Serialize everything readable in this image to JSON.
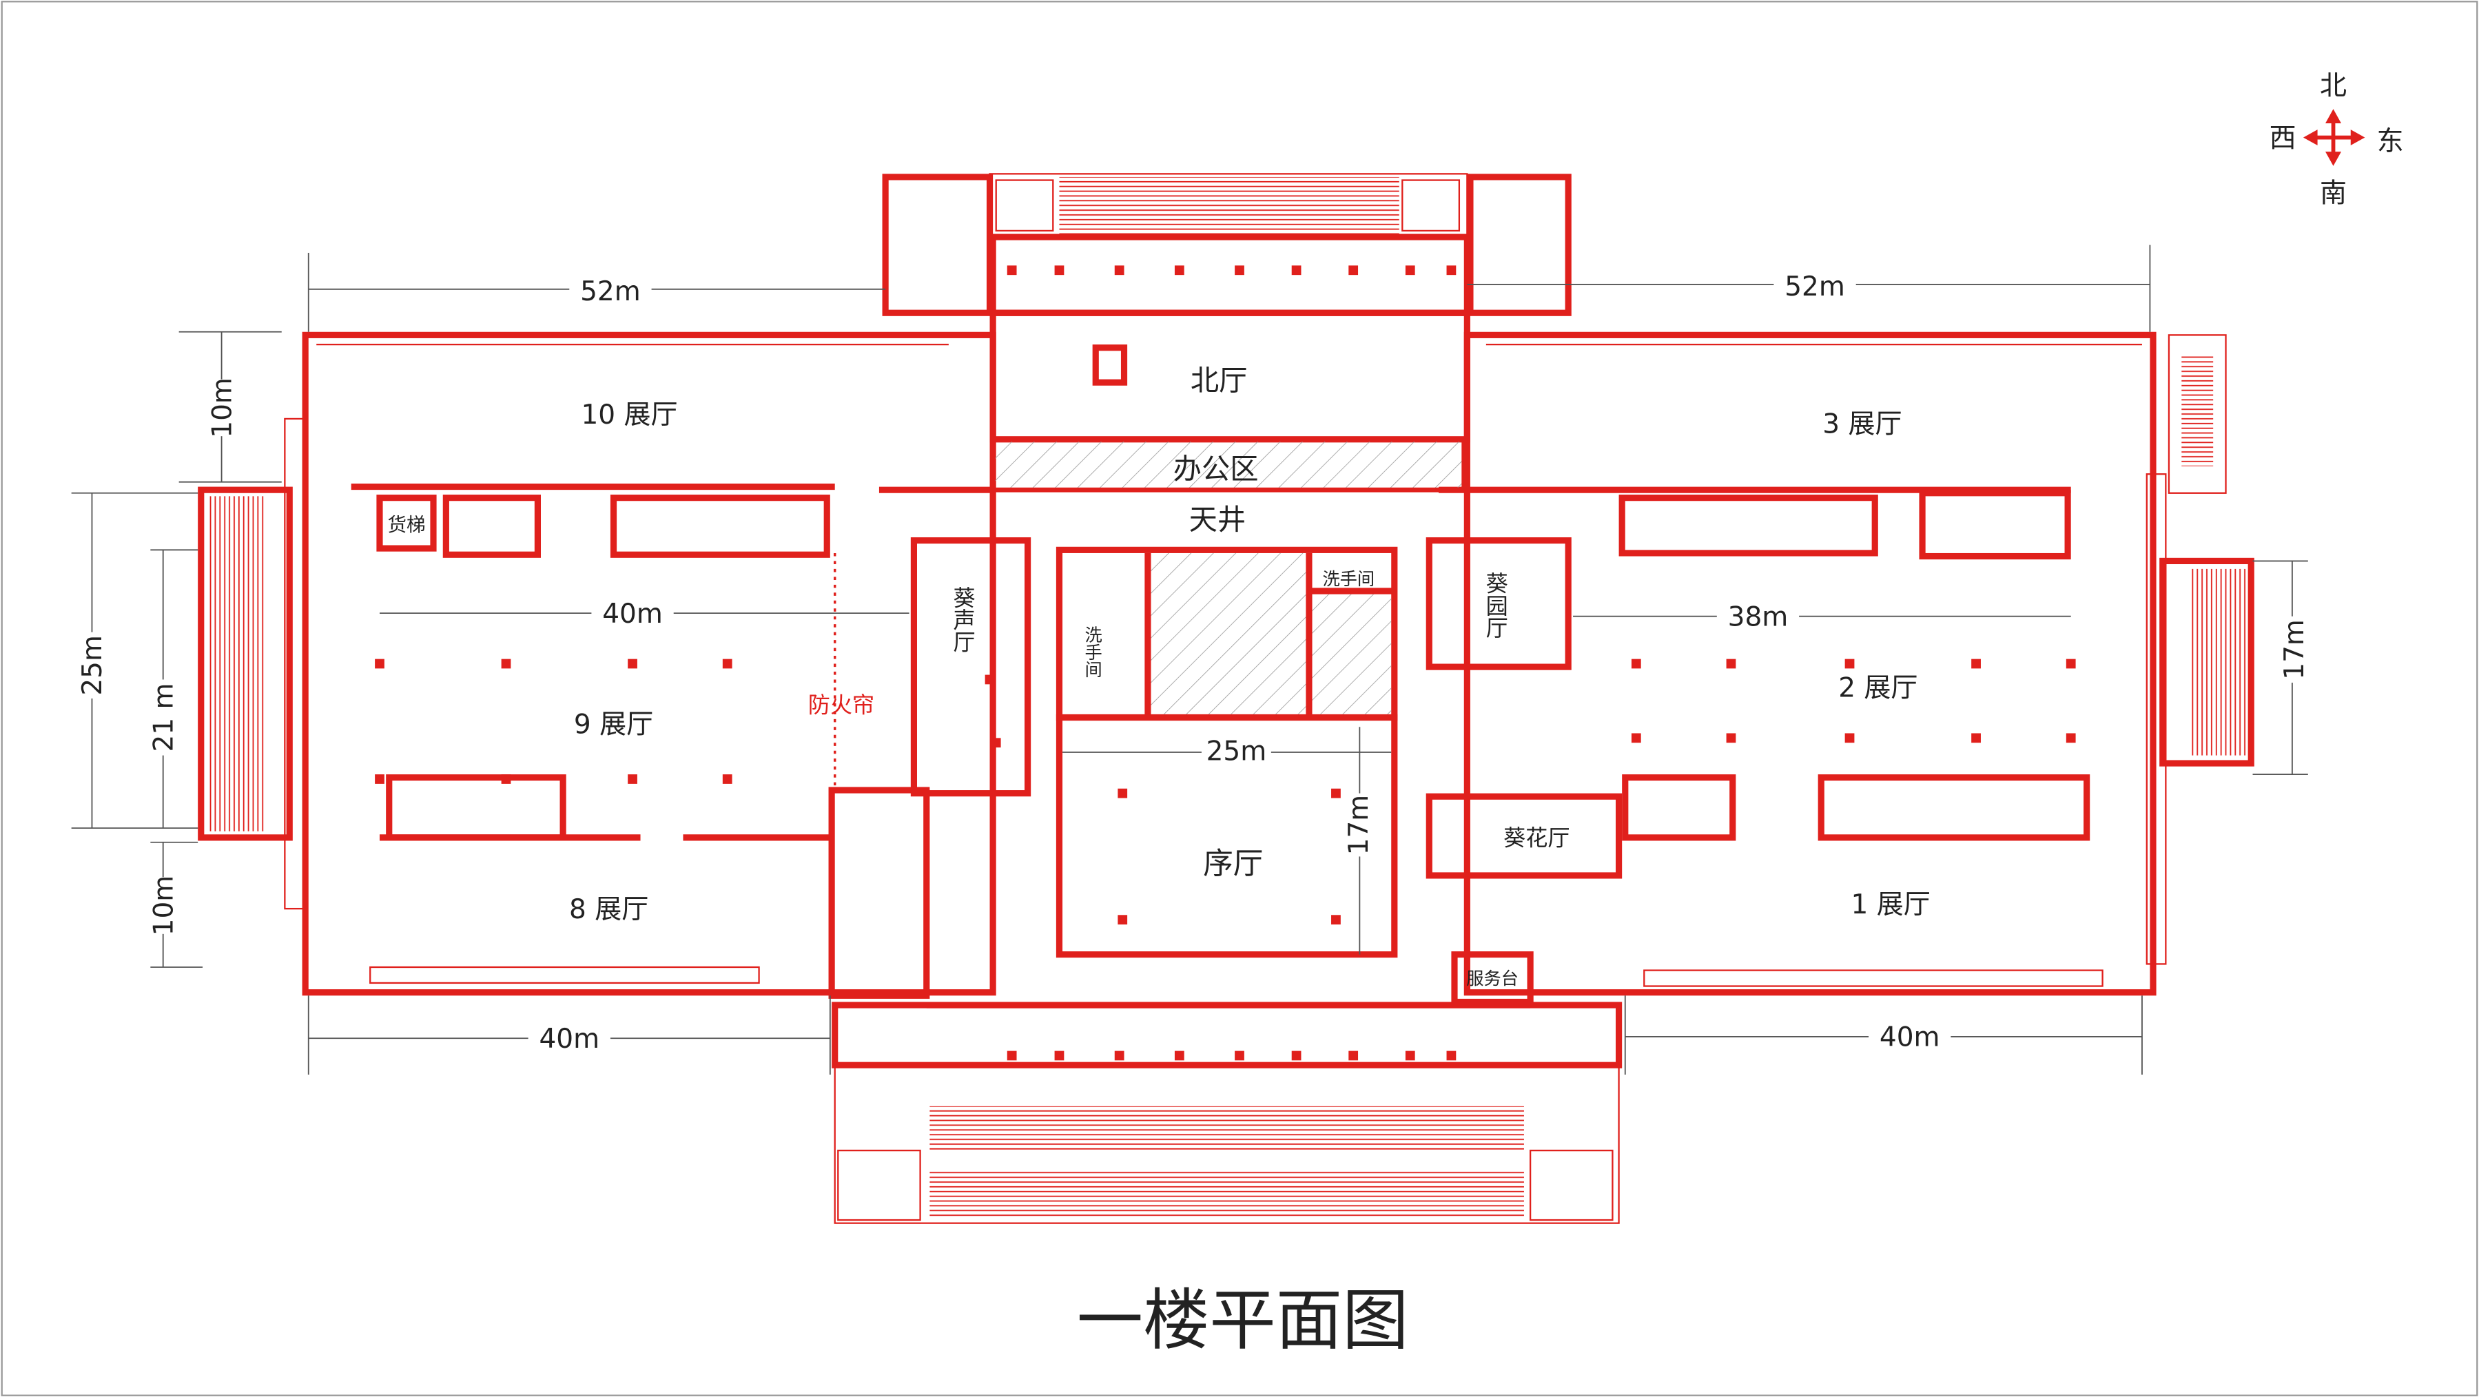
{
  "title": "一楼平面图",
  "compass": {
    "north": "北",
    "south": "南",
    "east": "东",
    "west": "西"
  },
  "rooms": {
    "hall10": "10 展厅",
    "hall9": "9 展厅",
    "hall8": "8 展厅",
    "hall3": "3 展厅",
    "hall2": "2 展厅",
    "hall1": "1 展厅",
    "north_hall": "北厅",
    "office": "办公区",
    "atrium": "天井",
    "prelude_hall": "序厅",
    "kuisheng_hall": "葵声厅",
    "kuiyuan_hall": "葵园厅",
    "kuihua_hall": "葵花厅",
    "restroom_left": "洗手间",
    "restroom_right": "洗手间",
    "service_desk": "服务台",
    "freight_elevator": "货梯",
    "fire_curtain": "防火帘"
  },
  "dimensions": {
    "nw_width": "52m",
    "ne_width": "52m",
    "w_top_depth": "10m",
    "w_total_depth": "25m",
    "w_mid_depth": "21 m",
    "w_bottom_depth": "10m",
    "sw_width": "40m",
    "se_width": "40m",
    "hall9_width": "40m",
    "hall2_width": "38m",
    "prelude_width": "25m",
    "prelude_depth": "17m",
    "e_stair_depth": "17m"
  },
  "colors": {
    "wall": "#e0201c",
    "text": "#222222",
    "hatch": "#bbbbbb"
  }
}
